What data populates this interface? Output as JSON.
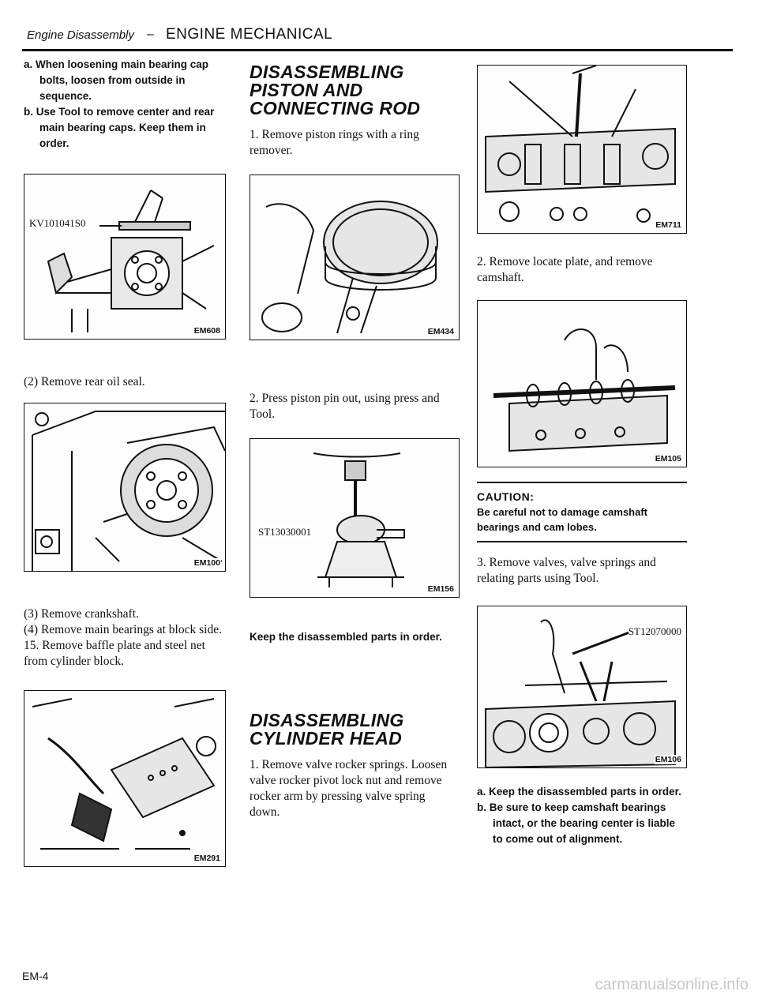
{
  "header": {
    "section": "Engine Disassembly",
    "dash": "–",
    "chapter": "ENGINE MECHANICAL"
  },
  "col1": {
    "note_a": "a. When loosening main bearing cap bolts, loosen from outside in sequence.",
    "note_b": "b. Use Tool to remove center and rear main bearing caps. Keep them in order.",
    "fig1": {
      "code": "EM608",
      "tool": "KV101041S0",
      "icon": "main-bearing-cap-puller-illustration"
    },
    "step2": "(2) Remove rear oil seal.",
    "fig2": {
      "code": "EM100",
      "icon": "rear-oil-seal-illustration"
    },
    "step3": "(3) Remove crankshaft.",
    "step4": "(4) Remove main bearings at block side.",
    "step15": "15. Remove baffle plate and steel net from cylinder block.",
    "fig3": {
      "code": "EM291",
      "icon": "baffle-plate-illustration"
    }
  },
  "col2": {
    "heading1": "DISASSEMBLING PISTON AND CONNECTING ROD",
    "step1": "1. Remove piston rings with a ring remover.",
    "fig4": {
      "code": "EM434",
      "icon": "piston-ring-remover-illustration"
    },
    "step2": "2. Press piston pin out, using press and Tool.",
    "fig5": {
      "code": "EM156",
      "tool": "ST13030001",
      "icon": "piston-pin-press-illustration"
    },
    "note": "Keep the disassembled parts in order.",
    "heading2": "DISASSEMBLING CYLINDER HEAD",
    "step1b": "1. Remove valve rocker springs. Loosen valve rocker pivot lock nut and remove rocker arm by pressing valve spring down."
  },
  "col3": {
    "fig6": {
      "code": "EM711",
      "icon": "rocker-arm-removal-illustration"
    },
    "step2": "2. Remove locate plate, and remove camshaft.",
    "fig7": {
      "code": "EM105",
      "icon": "camshaft-removal-illustration"
    },
    "caution_title": "CAUTION:",
    "caution_body": "Be careful not to damage camshaft bearings and cam lobes.",
    "step3": "3. Remove valves, valve springs and relating parts using Tool.",
    "fig8": {
      "code": "EM106",
      "tool": "ST12070000",
      "icon": "valve-spring-compressor-illustration"
    },
    "note_a": "a. Keep the disassembled parts in order.",
    "note_b": "b. Be sure to keep camshaft bearings intact, or the bearing center is liable to come out of alignment."
  },
  "footer": {
    "page": "EM-4"
  },
  "watermark": "carmanualsonline.info"
}
